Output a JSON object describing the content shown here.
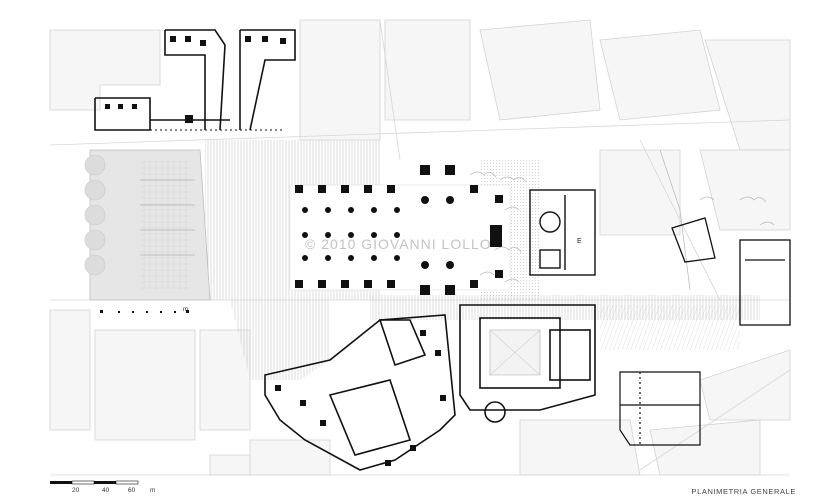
{
  "drawing": {
    "title": "PLANIMETRIA GENERALE",
    "watermark": "© 2010 GIOVANNI LOLLO",
    "scale_bar": {
      "labels": [
        "20",
        "40",
        "60"
      ],
      "unit": "m"
    },
    "top_scale_unit": "m",
    "room_letter": "E",
    "colors": {
      "background": "#ffffff",
      "block_fill": "#f4f4f4",
      "block_line": "#cfcfcf",
      "building_ink": "#111111",
      "hatch": "#b8b8b8"
    }
  }
}
